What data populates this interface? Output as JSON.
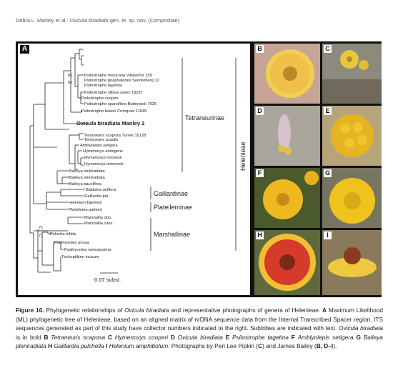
{
  "header": {
    "authors": "Debra L. Manley et al.: ",
    "title_italic": "Ovicula biradiata",
    "title_rest": " gen. et. sp. nov. (Compositae)"
  },
  "panel_a": {
    "label": "A",
    "taxa": [
      "Psilostrophe mexicana Villaseñor 159",
      "Psilostrophe gnaphalodes Sunderberg 12",
      "Psilostrophe tagetina",
      "Psilostrophe villosa raven 19297",
      "Psilostrophe cooperi",
      "Psilostrophe sparsiflora Butterwick 7526",
      "Psilostrophe bakeri Cronquist 11645",
      "Ovicula biradiata Manley 2",
      "Tetraneuris scaposa Turner 15128",
      "Tetraneuris acaulis",
      "Amblyolepis setigera",
      "Hymenoxys ambigens",
      "Hymenoxys hoopesii",
      "Hymenoxys lemmonii",
      "Baileya multiradiata",
      "Baileya pleniradiata",
      "Baileya pauciflora",
      "Balduina uniflora",
      "Gaillardia pul.",
      "Helenium bigelovii",
      "Plateilema palmeri",
      "Marshallia obo.",
      "Marshallia caes.",
      "Pelucha trifida",
      "Psathyrodes annua",
      "Psathyrodes ramosissima",
      "Trichoptilium incisum"
    ],
    "support": [
      "66",
      "66",
      "71",
      "71"
    ],
    "subtribes": {
      "tetraneurinae": "Tetraneurinae",
      "gaillardinae": "Gaillardinae",
      "plateileminae": "Plateileminae",
      "marshallinae": "Marshallinae"
    },
    "tribe": "Helenieae",
    "scale": "0.07 subst."
  },
  "photo_labels": [
    "B",
    "C",
    "D",
    "E",
    "F",
    "G",
    "H",
    "I"
  ],
  "caption": {
    "fig": "Figure 10.",
    "p1": " Phylogenetic relationships of ",
    "p1_i": "Ovicula biradiata",
    "p2": " and representative photographs of genera of Helenieae. ",
    "p2_b": "A",
    "p3": " Maximum Likelihood (ML) phylogenetic tree of Helenieae, based on an aligned matrix of nrDNA sequence data from the Internal Transcribed Spacer region. ITS sequences generated as part of this study have collector numbers indicated to the right. Subtribes are indicated with text. ",
    "p3_i": "Ovicula biradiata",
    "p4": " is in bold ",
    "b_B": "B",
    "i_B": "Tetraneuris scaposa",
    "b_C": "C",
    "i_C": "Hymenoxys cooperi",
    "b_D": "D",
    "i_D": "Ovicula biradiata",
    "b_E": "E",
    "i_E": "Psilostrophe tagetina",
    "b_F": "F",
    "i_F": "Amblyolepis setigera",
    "b_G": "G",
    "i_G": "Baileya pleniradiata",
    "b_H": "H",
    "i_H": "Gaillardia pulchella",
    "b_I": "I",
    "i_I": "Helenium amphibolum",
    "p5": ". Photographs by Peri Lee Pipkin (",
    "b_C2": "C",
    "p6": ") and James Bailey (",
    "b_BDI": "B, D–I",
    "p7": ")."
  }
}
